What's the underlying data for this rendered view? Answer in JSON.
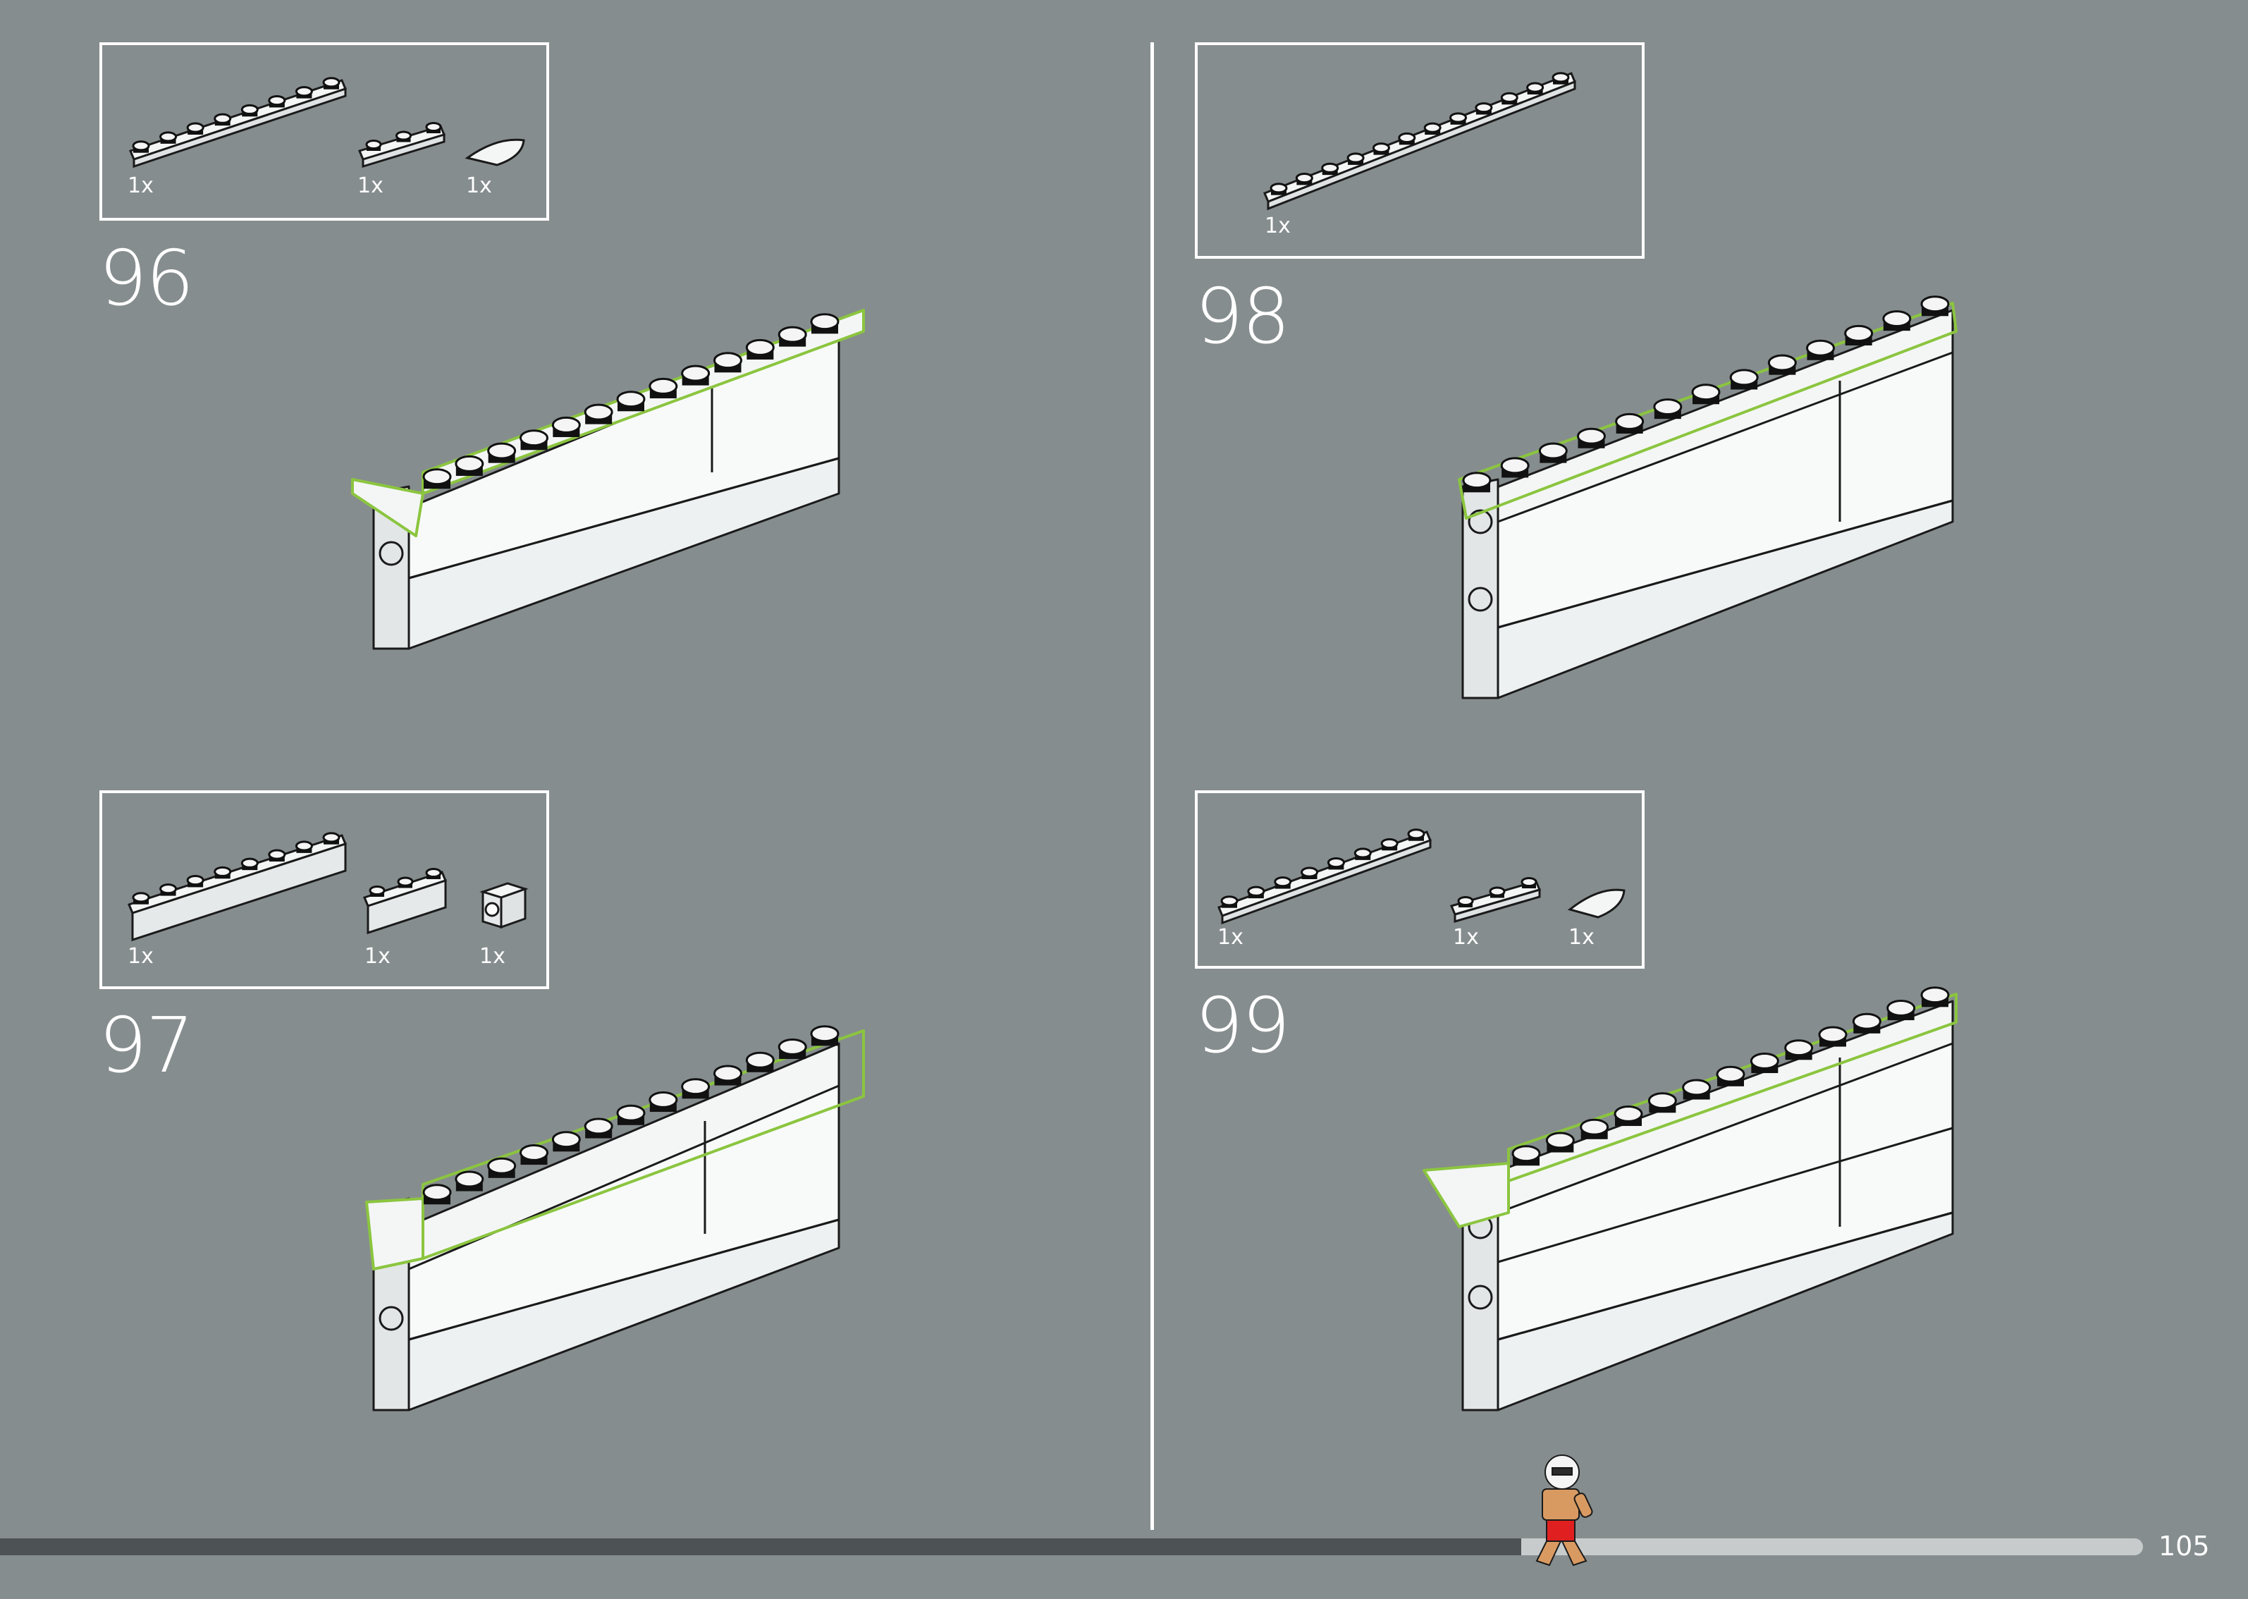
{
  "page": {
    "page_number": "105",
    "progress_fraction": 0.71,
    "background_color": "#868d8e",
    "highlight_color": "#8bc53f"
  },
  "steps": [
    {
      "number": "96",
      "parts": [
        {
          "part": "plate-1x8",
          "quantity": "1x"
        },
        {
          "part": "plate-1x3",
          "quantity": "1x"
        },
        {
          "part": "wedge-plate-curved",
          "quantity": "1x"
        }
      ]
    },
    {
      "number": "97",
      "parts": [
        {
          "part": "brick-1x8",
          "quantity": "1x"
        },
        {
          "part": "brick-1x3",
          "quantity": "1x"
        },
        {
          "part": "brick-1x1-with-hole",
          "quantity": "1x"
        }
      ]
    },
    {
      "number": "98",
      "parts": [
        {
          "part": "plate-1x12",
          "quantity": "1x"
        }
      ]
    },
    {
      "number": "99",
      "parts": [
        {
          "part": "plate-1x8",
          "quantity": "1x"
        },
        {
          "part": "plate-1x3",
          "quantity": "1x"
        },
        {
          "part": "wedge-plate-curved",
          "quantity": "1x"
        }
      ]
    }
  ],
  "progress_icon": "stormtrooper-minifig-icon"
}
